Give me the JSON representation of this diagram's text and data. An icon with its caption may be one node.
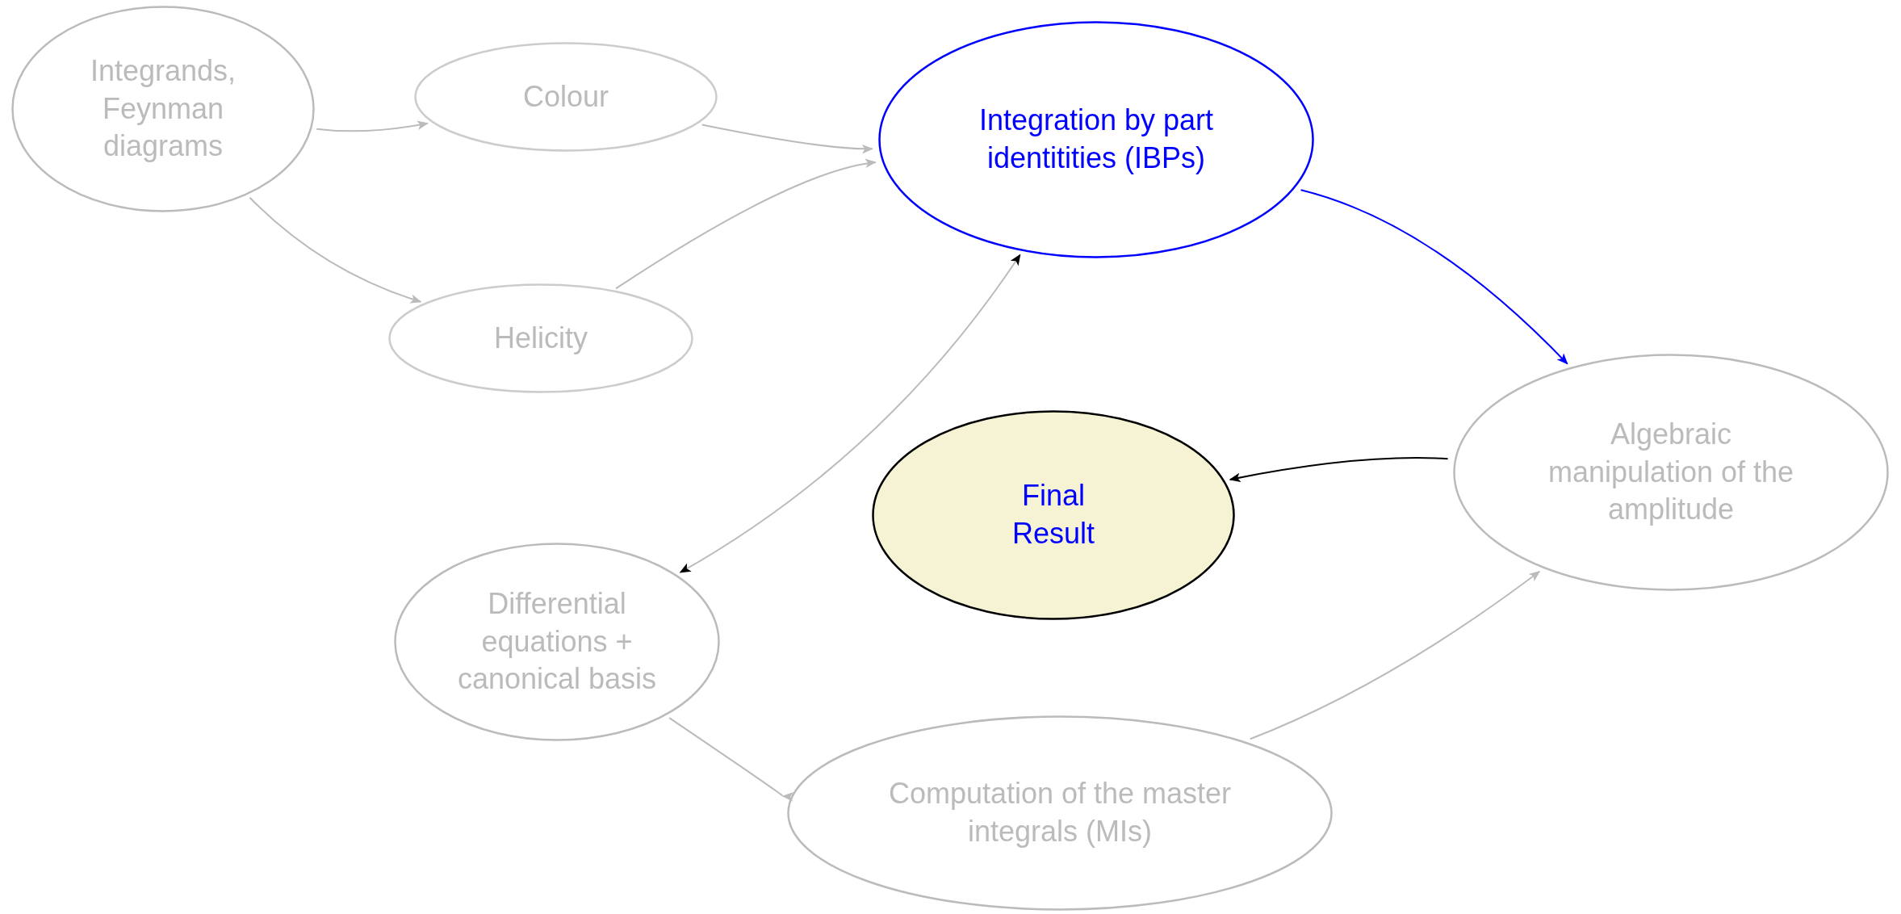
{
  "diagram": {
    "nodes": [
      {
        "text": [
          "Integrands, Feynman diagrams"
        ]
      },
      {
        "text": [
          "Colour"
        ]
      },
      {
        "text": [
          "Helicity"
        ]
      },
      {
        "text": [
          "Integration by part identitities (IBPs)"
        ]
      },
      {
        "text": [
          "Algebraic manipulation of the amplitude"
        ]
      },
      {
        "text": [
          "Final Result"
        ]
      },
      {
        "text": [
          "Differential equations + canonical basis"
        ]
      },
      {
        "text": [
          "Computation of the master integrals (MIs)"
        ]
      }
    ],
    "edges": [
      {
        "from": 0,
        "to": 1,
        "arrow": "to"
      },
      {
        "from": 0,
        "to": 2,
        "arrow": "to"
      },
      {
        "from": 1,
        "to": 3,
        "arrow": "to"
      },
      {
        "from": 2,
        "to": 3,
        "arrow": "to"
      },
      {
        "from": 3,
        "to": 4,
        "arrow": "to",
        "color": "#0000ff"
      },
      {
        "from": 6,
        "to": 3,
        "arrow": "both"
      },
      {
        "from": 6,
        "to": 7,
        "arrow": "to"
      },
      {
        "from": 7,
        "to": 4,
        "arrow": "to"
      },
      {
        "from": 4,
        "to": 5,
        "arrow": "to",
        "color": "#000000"
      }
    ]
  }
}
